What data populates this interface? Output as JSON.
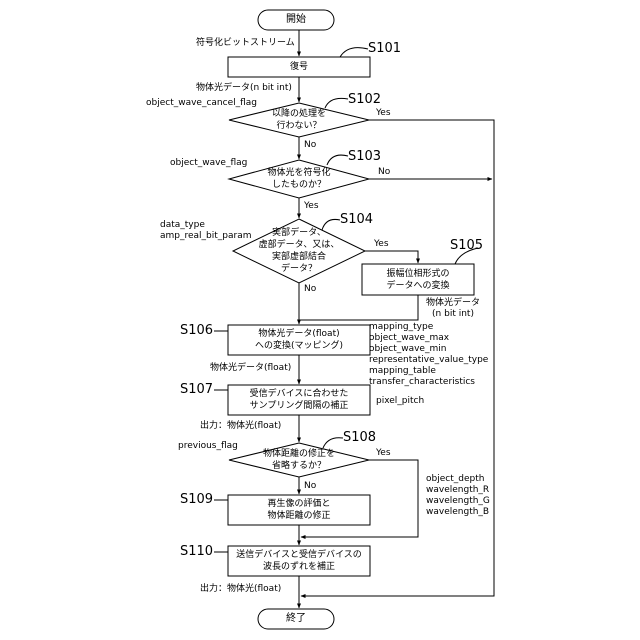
{
  "flowchart": {
    "start": "開始",
    "end": "終了",
    "steps": {
      "s101": {
        "id": "S101",
        "text": "復号"
      },
      "s102": {
        "id": "S102",
        "text": "以降の処理を\n行わない？"
      },
      "s103": {
        "id": "S103",
        "text": "物体光を符号化\nしたものか？"
      },
      "s104": {
        "id": "S104",
        "text": "実部データ、\n虚部データ、又は、\n実部虚部結合\nデータ？"
      },
      "s105": {
        "id": "S105",
        "text": "振幅位相形式の\nデータへの変換"
      },
      "s106": {
        "id": "S106",
        "text": "物体光データ(float)\nへの変換(マッピング)"
      },
      "s107": {
        "id": "S107",
        "text": "受信デバイスに合わせた\nサンプリング間隔の補正"
      },
      "s108": {
        "id": "S108",
        "text": "物体距離の修正を\n省略するか？"
      },
      "s109": {
        "id": "S109",
        "text": "再生像の評価と\n物体距離の修正"
      },
      "s110": {
        "id": "S110",
        "text": "送信デバイスと受信デバイスの\n波長のずれを補正"
      }
    },
    "branch_labels": {
      "s102_yes": "Yes",
      "s102_no": "No",
      "s103_yes": "Yes",
      "s103_no": "No",
      "s104_yes": "Yes",
      "s104_no": "No",
      "s108_yes": "Yes",
      "s108_no": "No"
    },
    "data_labels": {
      "bitstream": "符号化ビットストリーム",
      "after_decode": "物体光データ(n bit int)",
      "flag_cancel": "object_wave_cancel_flag",
      "flag_object": "object_wave_flag",
      "s104_params": "data_type\namp_real_bit_param",
      "after_s105": "物体光データ\n(n bit int)",
      "mapping_params": "mapping_type\nobject_wave_max\nobject_wave_min\nrepresentative_value_type\nmapping_table\ntransfer_characteristics",
      "after_s106": "物体光データ(float)",
      "pixel_pitch": "pixel_pitch",
      "output_1": "出力：物体光(float)",
      "previous_flag": "previous_flag",
      "wavelength_params": "object_depth\nwavelength_R\nwavelength_G\nwavelength_B",
      "output_2": "出力：物体光(float)"
    }
  },
  "colors": {
    "stroke": "#000000",
    "fill": "#ffffff",
    "text": "#000000"
  }
}
